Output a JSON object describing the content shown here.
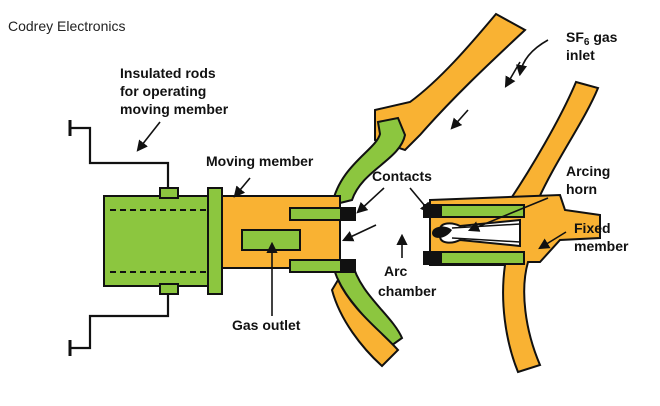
{
  "brand": "Codrey Electronics",
  "labels": {
    "insulated_rods": [
      "Insulated rods",
      "for operating",
      "moving member"
    ],
    "moving_member": "Moving member",
    "contacts": "Contacts",
    "sf6_inlet": [
      "SF",
      "6",
      " gas",
      "inlet"
    ],
    "arcing_horn": [
      "Arcing",
      "horn"
    ],
    "fixed_member": [
      "Fixed",
      "member"
    ],
    "arc_chamber": [
      "Arc",
      "chamber"
    ],
    "gas_outlet": "Gas outlet"
  },
  "colors": {
    "orange": "#F9B233",
    "green": "#8CC63F",
    "black": "#111111",
    "white": "#FFFFFF"
  }
}
